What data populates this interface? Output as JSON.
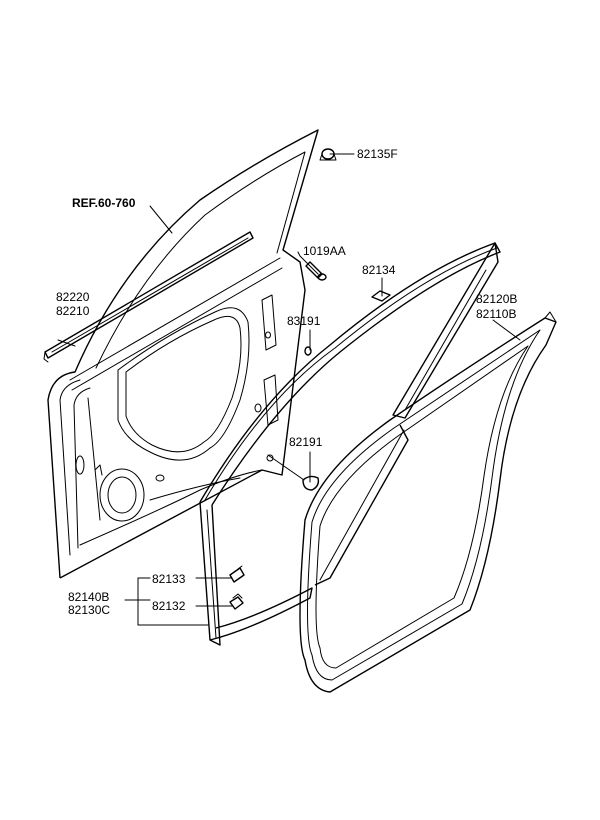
{
  "diagram": {
    "ref_label": "REF.60-760",
    "part_labels": {
      "p82135F": "82135F",
      "p1019AA": "1019AA",
      "p82134": "82134",
      "p82220": "82220",
      "p82210": "82210",
      "p83191": "83191",
      "p82120B": "82120B",
      "p82110B": "82110B",
      "p82191": "82191",
      "p82133": "82133",
      "p82140B": "82140B",
      "p82130C": "82130C",
      "p82132": "82132"
    }
  }
}
